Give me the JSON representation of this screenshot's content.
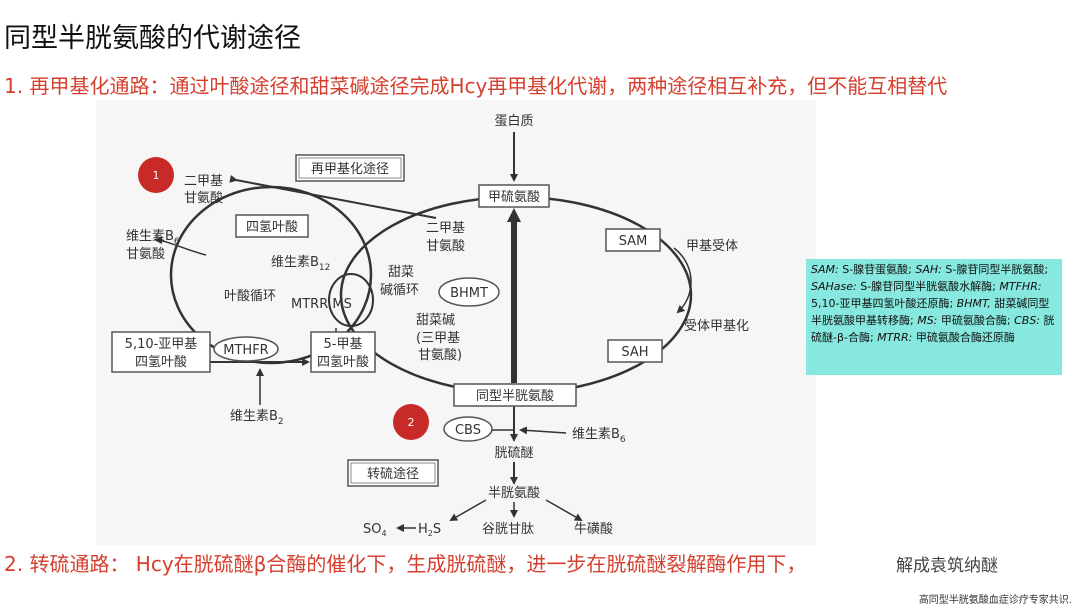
{
  "title": "同型半胱氨酸的代谢途径",
  "line1": "1. 再甲基化通路：通过叶酸途径和甜菜碱途径完成Hcy再甲基化代谢，两种途径相互补充，但不能互相替代",
  "line2": "2. 转硫通路： Hcy在胱硫醚β合酶的催化下，生成胱硫醚，进一步在胱硫醚裂解酶作用下，",
  "watermark": "解成袁筑纳醚",
  "footer": "高同型半胱氨酸血症诊疗专家共识.",
  "legend": [
    {
      "term": "SAM:",
      "desc": " S-腺苷蛋氨酸; "
    },
    {
      "term": "SAH:",
      "desc": " S-腺苷同型半胱氨酸; "
    },
    {
      "term": "SAHase:",
      "desc": " S-腺苷同型半胱氨酸水解酶; "
    },
    {
      "term": "MTFHR:",
      "desc": " 5,10-亚甲基四氢叶酸还原酶; "
    },
    {
      "term": "BHMT,",
      "desc": " 甜菜碱同型半胱氨酸甲基转移酶; "
    },
    {
      "term": "MS:",
      "desc": " 甲硫氨酸合酶; "
    },
    {
      "term": "CBS:",
      "desc": " 胱硫醚-β-合酶; "
    },
    {
      "term": "MTRR:",
      "desc": " 甲硫氨酸合酶还原酶"
    }
  ],
  "diagram": {
    "protein": "蛋白质",
    "methionine": "甲硫氨酸",
    "sam": "SAM",
    "sah": "SAH",
    "homocysteine": "同型半胱氨酸",
    "methyl_acceptor": "甲基受体",
    "acceptor_methylated": "受体甲基化",
    "remethylation_title": "再甲基化途径",
    "transsulfuration_title": "转硫途径",
    "dimethylglycine_outer_1": "二甲基",
    "dimethylglycine_outer_2": "甘氨酸",
    "dimethylglycine_inner_1": "二甲基",
    "dimethylglycine_inner_2": "甘氨酸",
    "betaine_cycle_1": "甜菜",
    "betaine_cycle_2": "碱循环",
    "bhmt": "BHMT",
    "betaine_1": "甜菜碱",
    "betaine_2": "(三甲基",
    "betaine_3": "甘氨酸)",
    "vitb6_left": "维生素B",
    "vitb6_left_sub": "6",
    "glycine": "甘氨酸",
    "thf": "四氢叶酸",
    "vitb12": "维生素B",
    "vitb12_sub": "12",
    "folate_cycle": "叶酸循环",
    "mtrr_ms": "MTRR MS",
    "mthf_1": "5,10-亚甲基",
    "mthf_2": "四氢叶酸",
    "mthfr": "MTHFR",
    "methylthf_1": "5-甲基",
    "methylthf_2": "四氢叶酸",
    "vitb2": "维生素B",
    "vitb2_sub": "2",
    "cbs": "CBS",
    "vitb6_right": "维生素B",
    "vitb6_right_sub": "6",
    "cystathionine": "胱硫醚",
    "cysteine": "半胱氨酸",
    "so4": "SO",
    "h2s": "H",
    "h2s_2": "S",
    "glutathione": "谷胱甘肽",
    "taurine": "牛磺酸",
    "badge1": "1",
    "badge2": "2"
  },
  "colors": {
    "accent": "#d43f2e",
    "badge": "#c82a28",
    "legend_bg": "#86e8de"
  }
}
